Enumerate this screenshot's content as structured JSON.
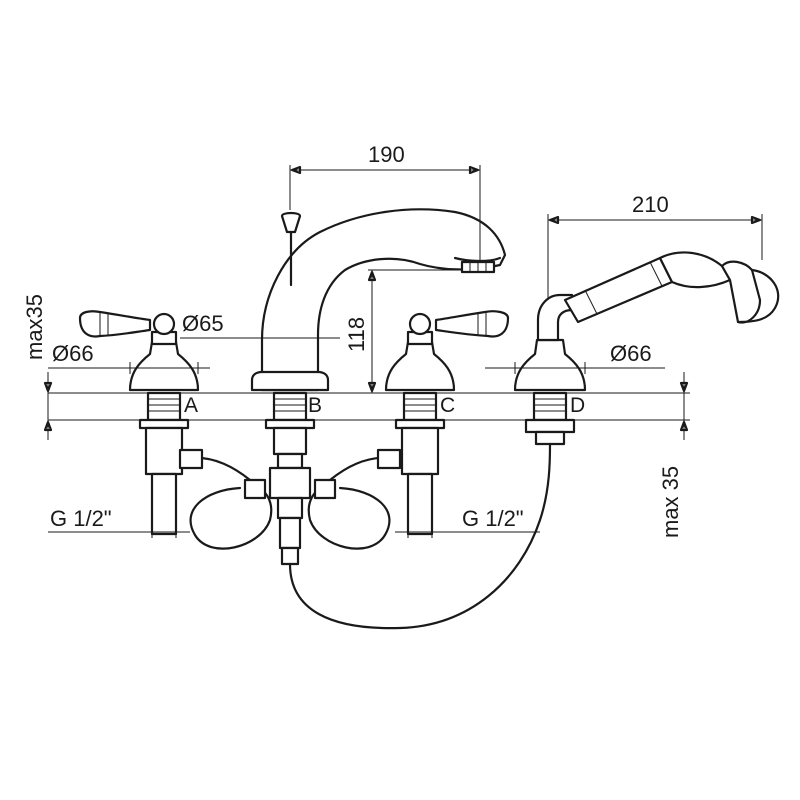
{
  "dimensions": {
    "spout_reach": "190",
    "shower_reach": "210",
    "spout_height": "118",
    "spout_base_diameter": "Ø65",
    "handle_a_base_diameter": "Ø66",
    "shower_base_diameter": "Ø66",
    "left_deck_thickness": "max35",
    "right_deck_thickness": "max 35",
    "left_connection": "G 1/2\"",
    "right_connection": "G 1/2\""
  },
  "positions": {
    "a": "A",
    "b": "B",
    "c": "C",
    "d": "D"
  }
}
